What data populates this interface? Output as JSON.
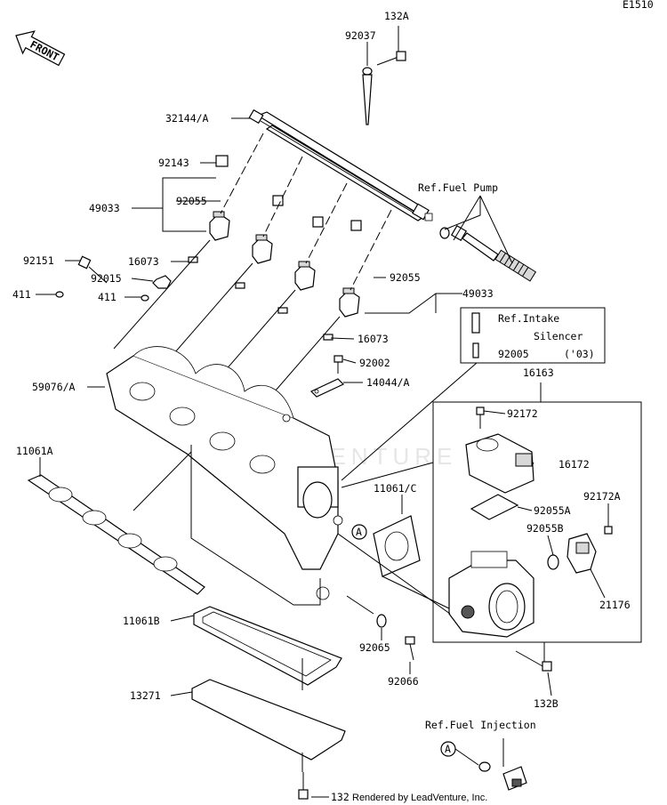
{
  "diagram_code": "E1510",
  "front_arrow": {
    "text": "FRONT"
  },
  "watermark": "ADVENTURE",
  "credit": "Rendered by LeadVenture, Inc.",
  "callout_circle": "A",
  "labels": {
    "p132A": "132A",
    "p92037": "92037",
    "p32144A": "32144/A",
    "p92143": "92143",
    "p92055_left": "92055",
    "p49033_left": "49033",
    "ref_fuel_pump": "Ref.Fuel Pump",
    "p92151": "92151",
    "p16073_top": "16073",
    "p92015": "92015",
    "p411_a": "411",
    "p411_b": "411",
    "p92055_right": "92055",
    "p49033_right": "49033",
    "ref_intake_1": "Ref.Intake",
    "ref_intake_2": "Silencer",
    "p92005": "92005",
    "year_03": "('03)",
    "p16073_mid": "16073",
    "p92002": "92002",
    "p59076A": "59076/A",
    "p14044A": "14044/A",
    "p16163": "16163",
    "p92172": "92172",
    "p11061A": "11061A",
    "p16172": "16172",
    "p11061C": "11061/C",
    "p92055A": "92055A",
    "p92172A": "92172A",
    "p92055B": "92055B",
    "p21176": "21176",
    "p11061B": "11061B",
    "p92065": "92065",
    "p92066": "92066",
    "p132B": "132B",
    "p13271": "13271",
    "ref_fuel_injection": "Ref.Fuel Injection",
    "p132": "132"
  }
}
